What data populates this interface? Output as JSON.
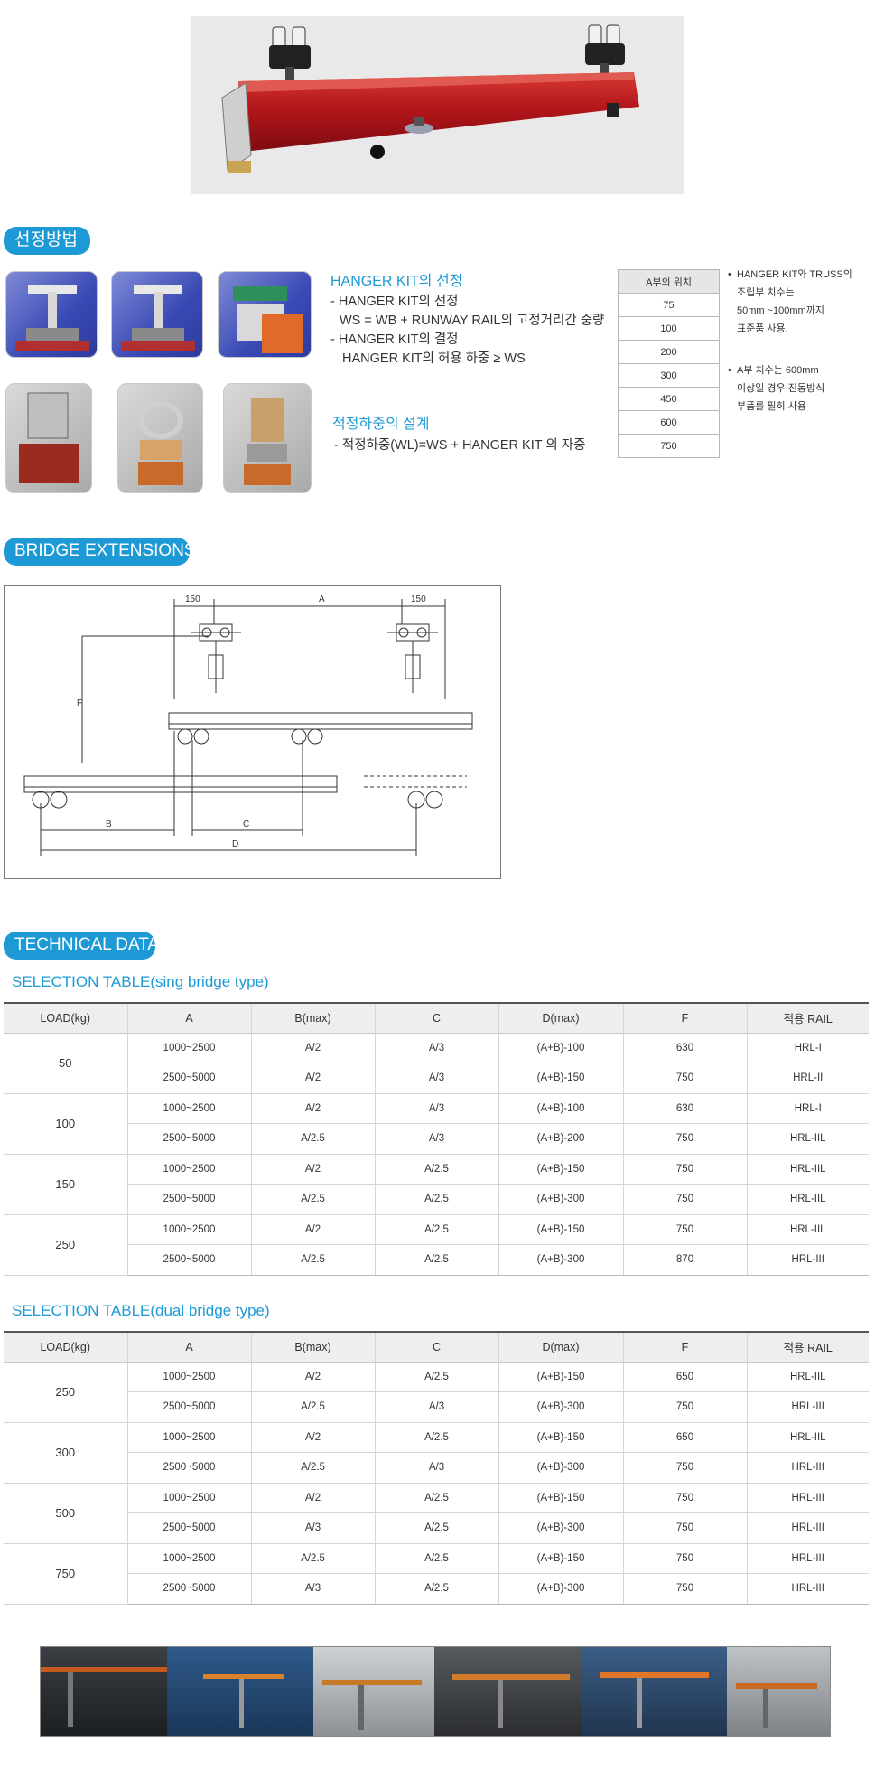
{
  "selection_method": {
    "title": "선정방법",
    "hanger_kit_heading": "HANGER KIT의 선정",
    "hanger_kit_lines": [
      "- HANGER KIT의 선정",
      "WS = WB + RUNWAY RAIL의 고정거리간 중량",
      "- HANGER KIT의 결정",
      "HANGER KIT의 허용 하중 ≥ WS"
    ],
    "load_heading": "적정하중의 설계",
    "load_line": "- 적정하중(WL)=WS + HANGER KIT 의 자중",
    "position_table": {
      "header": "A부의 위치",
      "values": [
        "75",
        "100",
        "200",
        "300",
        "450",
        "600",
        "750"
      ]
    },
    "notes": [
      {
        "bullet": "•",
        "lines": [
          "HANGER KIT와 TRUSS의",
          "조립부 치수는",
          "50mm ~100mm까지",
          "표준품 사용."
        ]
      },
      {
        "bullet": "•",
        "lines": [
          "A부 치수는 600mm",
          "이상일 경우 진동방식",
          "부품를 필히 사용"
        ]
      }
    ]
  },
  "bridge_extensions": {
    "title": "BRIDGE EXTENSIONS",
    "dim_labels": {
      "left": "150",
      "a": "A",
      "right": "150",
      "f": "F",
      "b": "B",
      "c": "C",
      "d": "D"
    }
  },
  "technical_data": {
    "title": "TECHNICAL DATA",
    "columns": [
      "LOAD(kg)",
      "A",
      "B(max)",
      "C",
      "D(max)",
      "F",
      "적용 RAIL"
    ],
    "single": {
      "title": "SELECTION TABLE(sing bridge type)",
      "groups": [
        {
          "load": "50",
          "rows": [
            [
              "1000~2500",
              "A/2",
              "A/3",
              "(A+B)-100",
              "630",
              "HRL-I"
            ],
            [
              "2500~5000",
              "A/2",
              "A/3",
              "(A+B)-150",
              "750",
              "HRL-II"
            ]
          ]
        },
        {
          "load": "100",
          "rows": [
            [
              "1000~2500",
              "A/2",
              "A/3",
              "(A+B)-100",
              "630",
              "HRL-I"
            ],
            [
              "2500~5000",
              "A/2.5",
              "A/3",
              "(A+B)-200",
              "750",
              "HRL-IIL"
            ]
          ]
        },
        {
          "load": "150",
          "rows": [
            [
              "1000~2500",
              "A/2",
              "A/2.5",
              "(A+B)-150",
              "750",
              "HRL-IIL"
            ],
            [
              "2500~5000",
              "A/2.5",
              "A/2.5",
              "(A+B)-300",
              "750",
              "HRL-IIL"
            ]
          ]
        },
        {
          "load": "250",
          "rows": [
            [
              "1000~2500",
              "A/2",
              "A/2.5",
              "(A+B)-150",
              "750",
              "HRL-IIL"
            ],
            [
              "2500~5000",
              "A/2.5",
              "A/2.5",
              "(A+B)-300",
              "870",
              "HRL-III"
            ]
          ]
        }
      ]
    },
    "dual": {
      "title": "SELECTION TABLE(dual bridge type)",
      "groups": [
        {
          "load": "250",
          "rows": [
            [
              "1000~2500",
              "A/2",
              "A/2.5",
              "(A+B)-150",
              "650",
              "HRL-IIL"
            ],
            [
              "2500~5000",
              "A/2.5",
              "A/3",
              "(A+B)-300",
              "750",
              "HRL-III"
            ]
          ]
        },
        {
          "load": "300",
          "rows": [
            [
              "1000~2500",
              "A/2",
              "A/2.5",
              "(A+B)-150",
              "650",
              "HRL-IIL"
            ],
            [
              "2500~5000",
              "A/2.5",
              "A/3",
              "(A+B)-300",
              "750",
              "HRL-III"
            ]
          ]
        },
        {
          "load": "500",
          "rows": [
            [
              "1000~2500",
              "A/2",
              "A/2.5",
              "(A+B)-150",
              "750",
              "HRL-III"
            ],
            [
              "2500~5000",
              "A/3",
              "A/2.5",
              "(A+B)-300",
              "750",
              "HRL-III"
            ]
          ]
        },
        {
          "load": "750",
          "rows": [
            [
              "1000~2500",
              "A/2.5",
              "A/2.5",
              "(A+B)-150",
              "750",
              "HRL-III"
            ],
            [
              "2500~5000",
              "A/3",
              "A/2.5",
              "(A+B)-300",
              "750",
              "HRL-III"
            ]
          ]
        }
      ]
    }
  },
  "colors": {
    "accent": "#1d9ad6",
    "rail_red": "#b3161b",
    "header_gray": "#eeeeee"
  }
}
